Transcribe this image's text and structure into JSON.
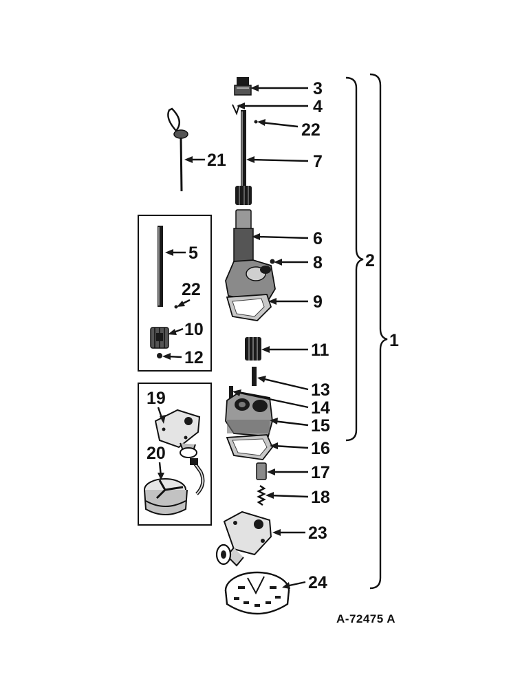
{
  "callouts": {
    "c1": "1",
    "c2": "2",
    "c3": "3",
    "c4": "4",
    "c5": "5",
    "c6": "6",
    "c7": "7",
    "c8": "8",
    "c9": "9",
    "c10": "10",
    "c11": "11",
    "c12": "12",
    "c13": "13",
    "c14": "14",
    "c15": "15",
    "c16": "16",
    "c17": "17",
    "c18": "18",
    "c19": "19",
    "c20": "20",
    "c21": "21",
    "c22a": "22",
    "c22b": "22",
    "c23": "23",
    "c24": "24"
  },
  "drawing_number": "A-72475 A",
  "colors": {
    "ink": "#111111",
    "paper": "#ffffff",
    "shade": "#555555"
  }
}
